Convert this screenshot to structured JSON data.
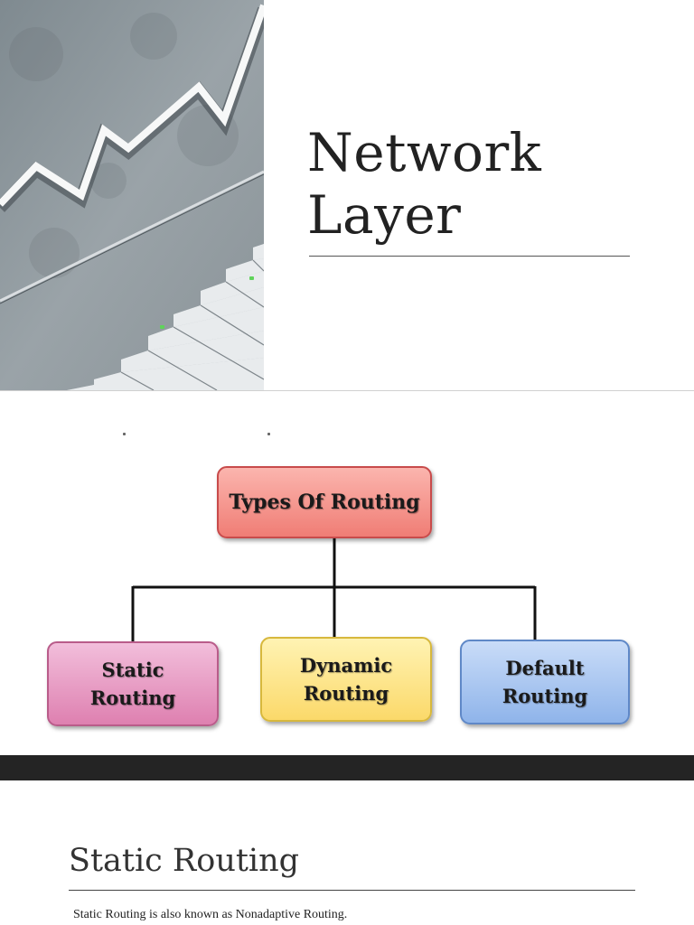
{
  "slide1": {
    "title_line1": "Network",
    "title_line2": "Layer",
    "image_description_icon": "staircase-arrow-photo"
  },
  "slide2": {
    "diagram": {
      "root": "Types Of Routing",
      "children": [
        {
          "line1": "Static",
          "line2": "Routing",
          "color": "#e58cbb"
        },
        {
          "line1": "Dynamic",
          "line2": "Routing",
          "color": "#fce17f"
        },
        {
          "line1": "Default",
          "line2": "Routing",
          "color": "#a4c2ef"
        }
      ],
      "root_color": "#f48880",
      "connector_color": "#111111"
    }
  },
  "separator_color": "#242424",
  "slide3": {
    "heading": "Static Routing",
    "body": "Static Routing is also known as Nonadaptive Routing."
  }
}
